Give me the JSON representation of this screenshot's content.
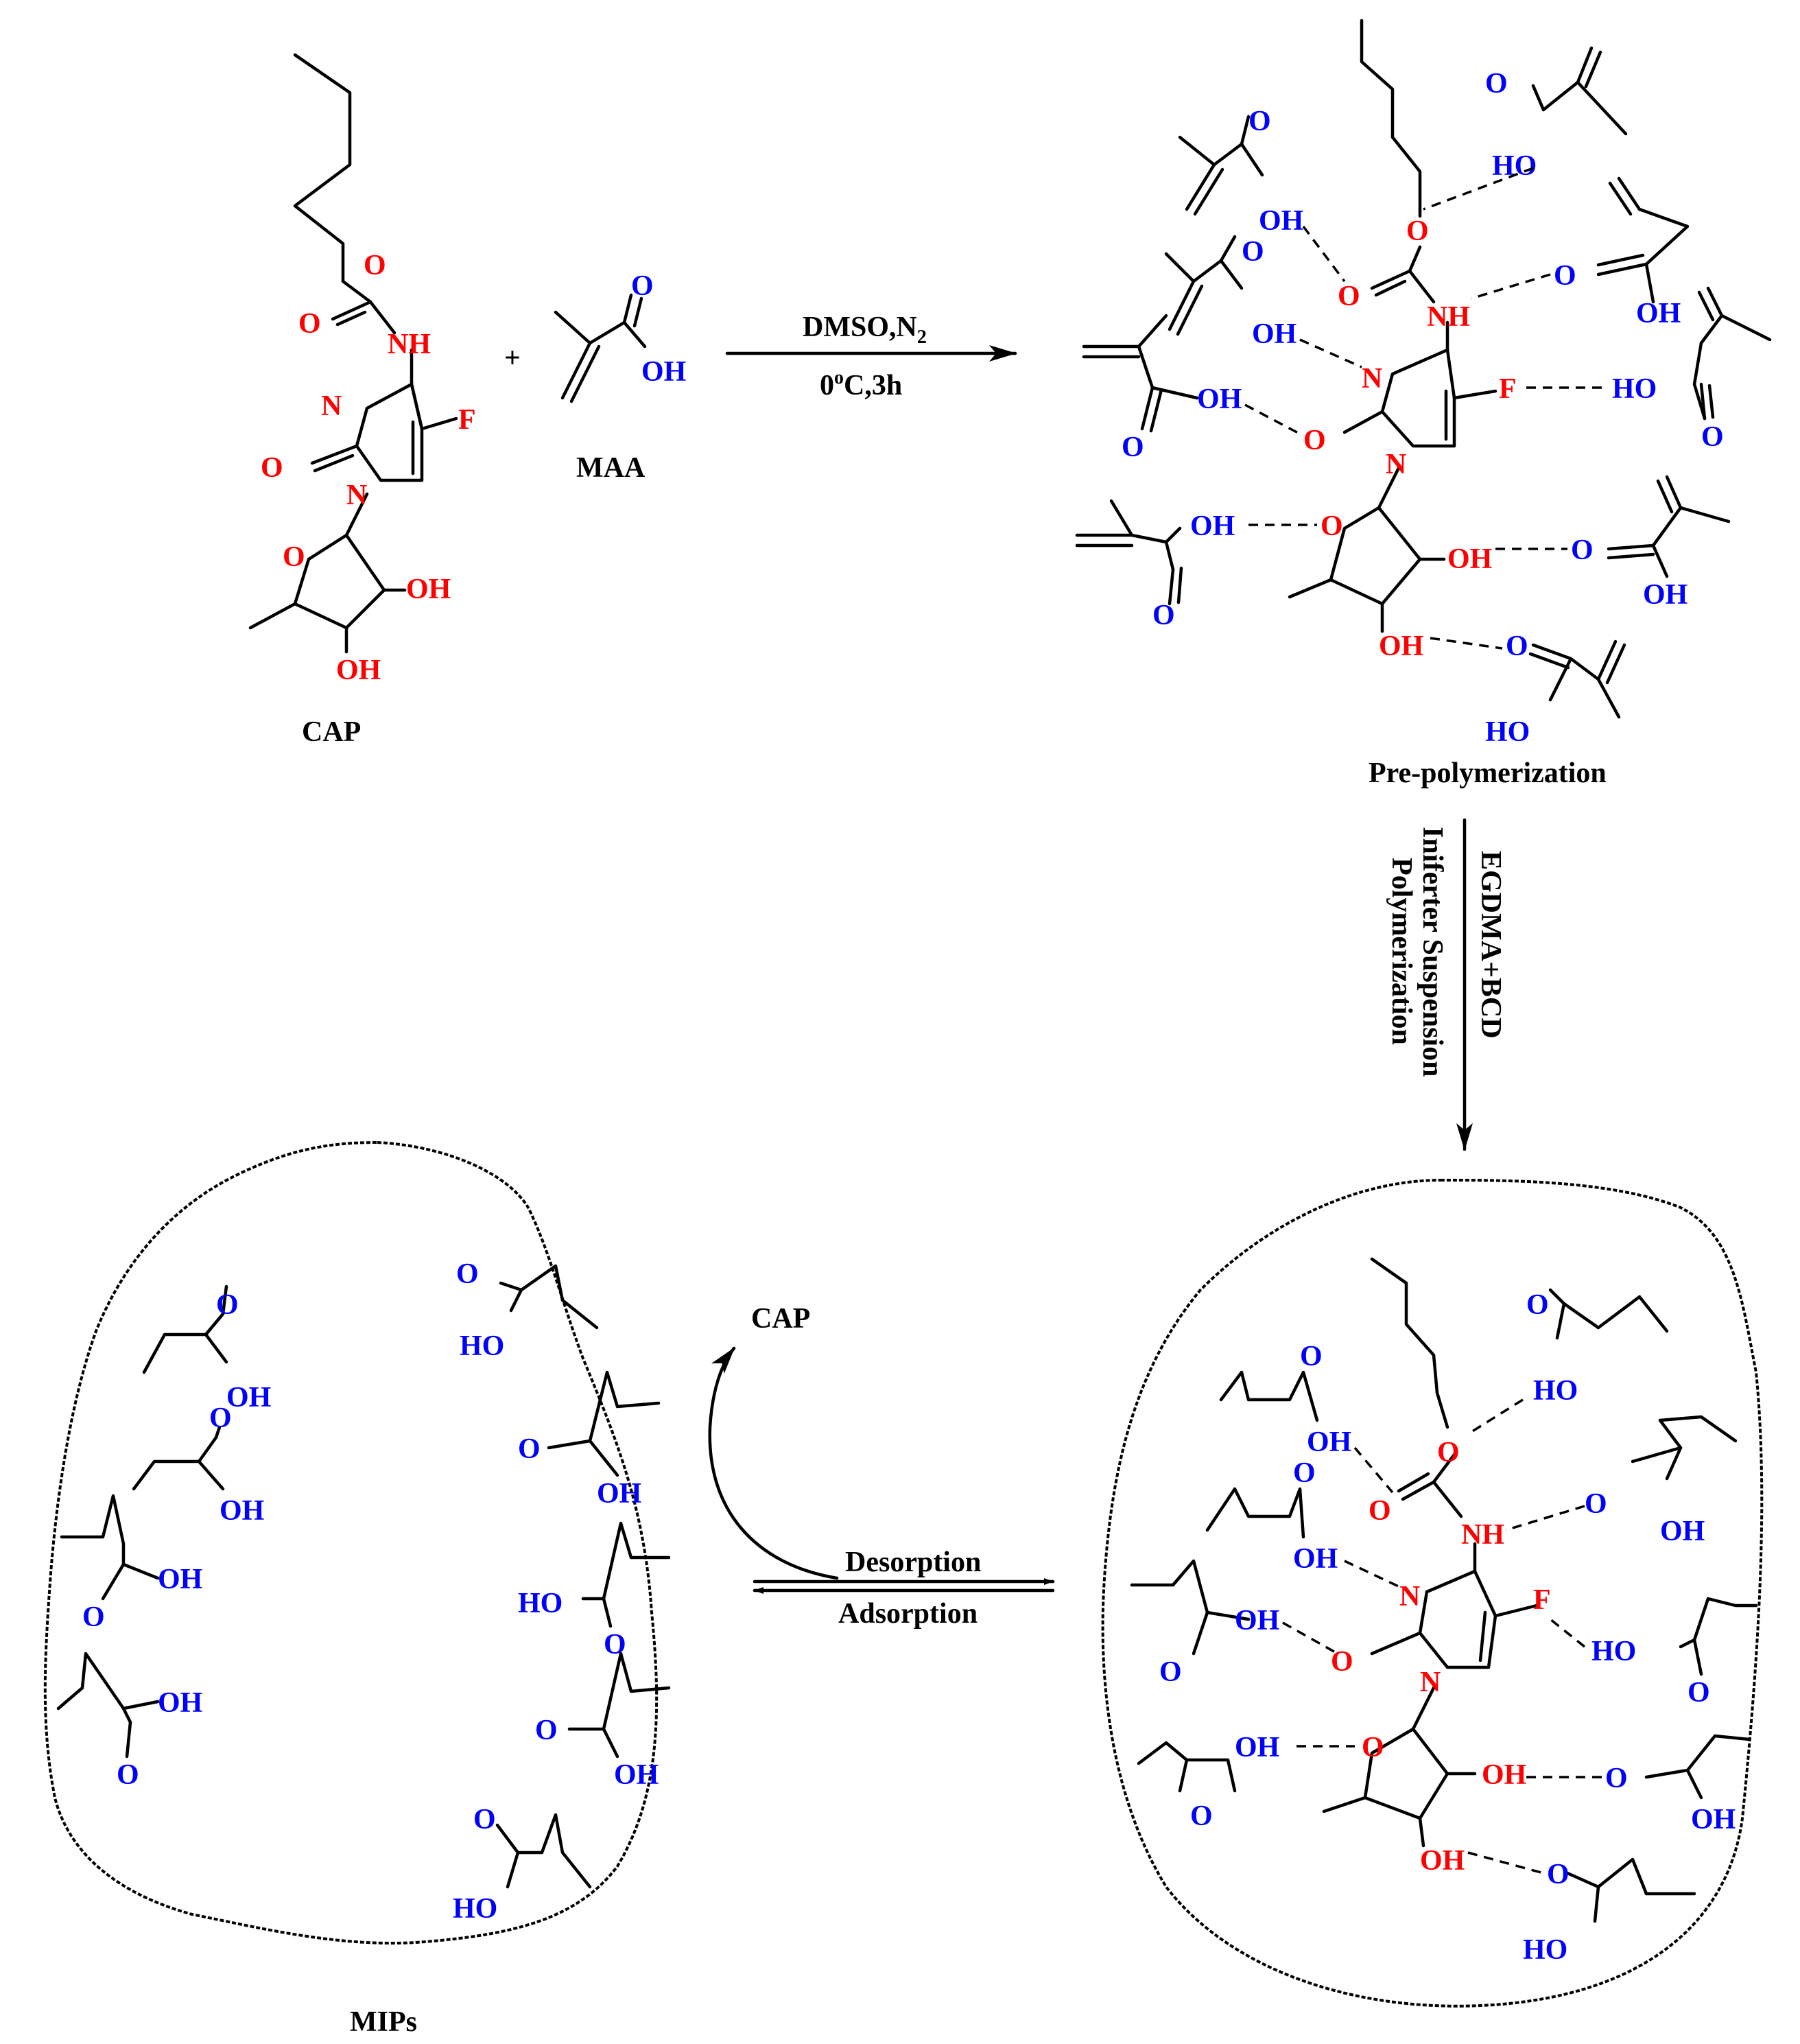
{
  "compounds": {
    "cap": "CAP",
    "maa": "MAA",
    "plus": "+"
  },
  "labels": {
    "pre_polymerization": "Pre-polymerization",
    "mips": "MIPs",
    "cap_released": "CAP"
  },
  "reaction_conditions": {
    "step1_top": "DMSO,N",
    "step1_top_sub": "2",
    "step1_bottom_base": "0",
    "step1_bottom_sup": "o",
    "step1_bottom_rest": "C,3h",
    "step2_a": "EGDMA+BCD",
    "step2_b": "Iniferter Suspension",
    "step2_c": "Polymerization",
    "forward": "Desorption",
    "reverse": "Adsorption"
  },
  "atoms": {
    "O": "O",
    "N": "N",
    "NH": "NH",
    "F": "F",
    "OH": "OH",
    "HO": "HO"
  },
  "colors": {
    "template_atoms": "#ff0000",
    "monomer_atoms": "#0000ff",
    "bonds": "#000000"
  }
}
